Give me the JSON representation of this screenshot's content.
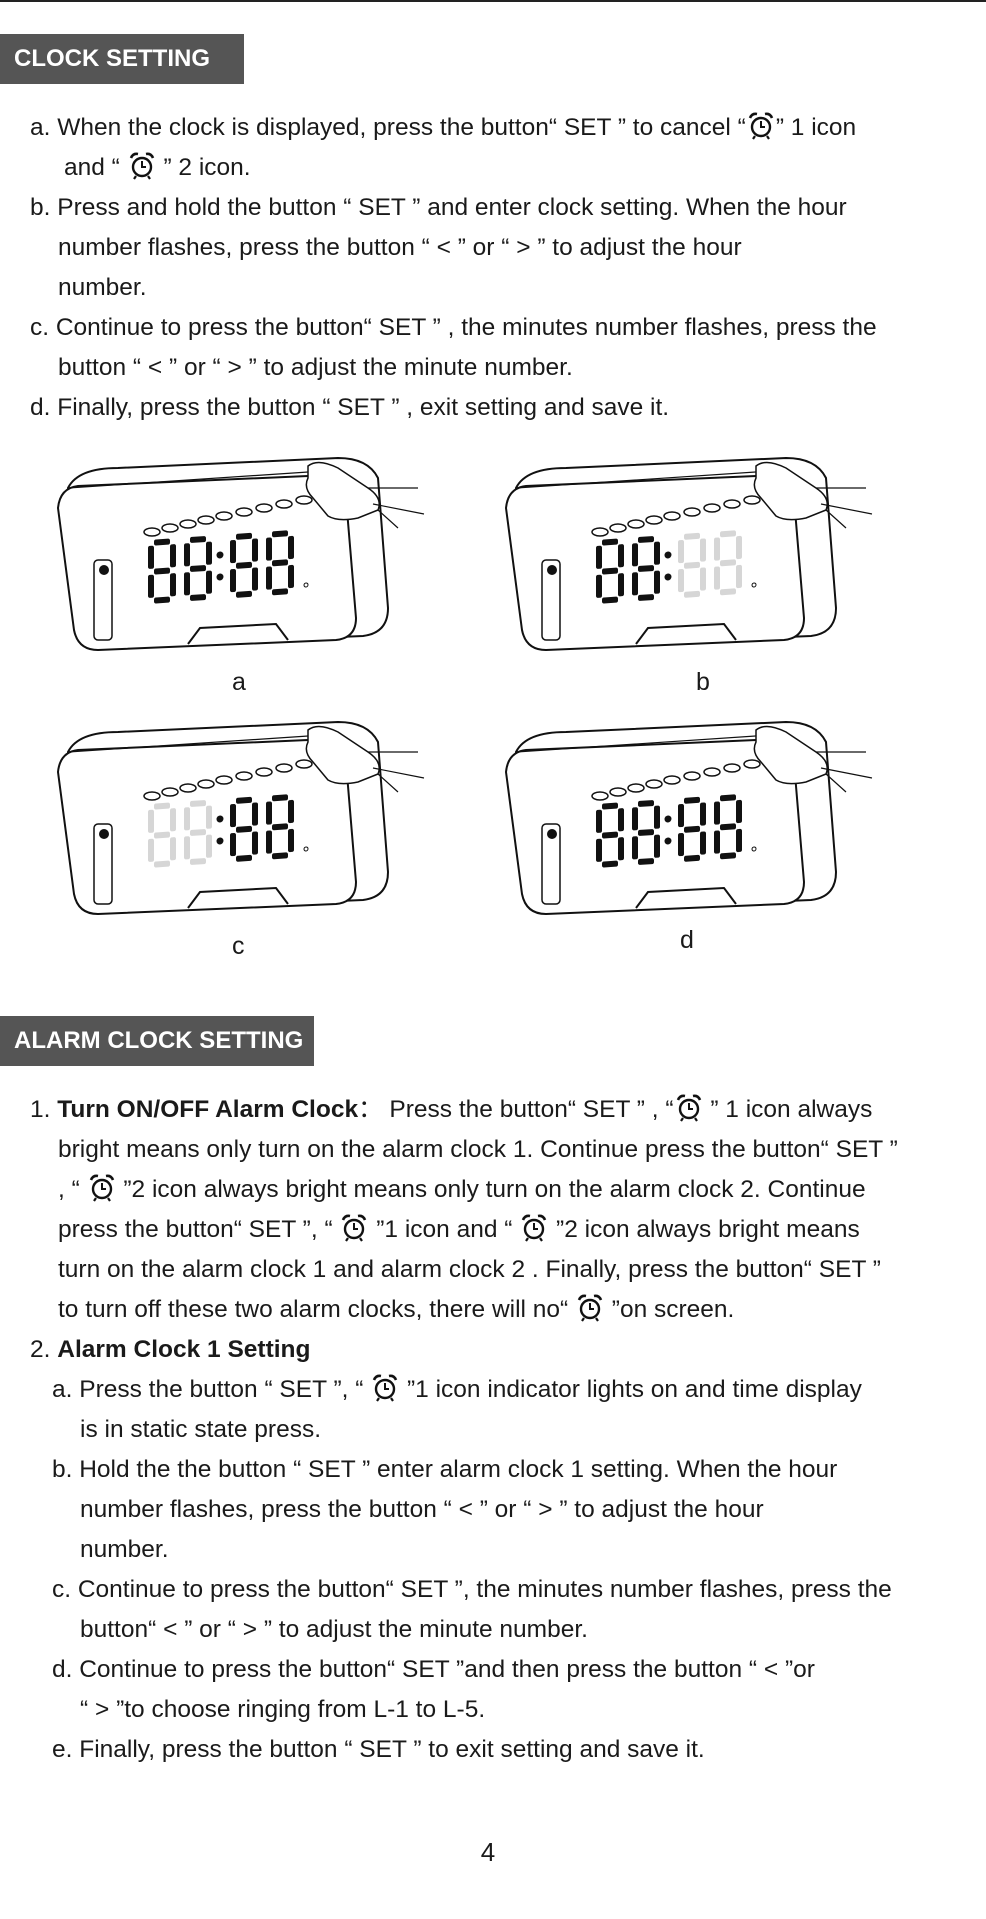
{
  "clock_section": {
    "title": "CLOCK SETTING",
    "a_1": "a. When the clock is displayed, press the button“  SET  ” to cancel “",
    "a_2": "”   1 icon",
    "a_3": "and “",
    "a_4": "”  2 icon.",
    "b_1": "b. Press and hold the button  “  SET  ”  and enter clock setting. When the hour",
    "b_2": "number flashes, press the button “   <   ”   or “   >   ”    to adjust the hour",
    "b_3": "number.",
    "c_1": "c.  Continue to press the button“  SET  ”  , the minutes number flashes, press the",
    "c_2": "button “   <   ”  or “   >   ”   to adjust the minute number.",
    "d_1": "d. Finally, press the button   “  SET  ” , exit setting and save it."
  },
  "figures": [
    {
      "label": "a",
      "left_digits": "88",
      "right_digits": "88",
      "dim": "none"
    },
    {
      "label": "b",
      "left_digits": "88",
      "right_digits": "88",
      "dim": "right"
    },
    {
      "label": "c",
      "left_digits": "88",
      "right_digits": "88",
      "dim": "left"
    },
    {
      "label": "d",
      "left_digits": "88",
      "right_digits": "88",
      "dim": "none"
    }
  ],
  "alarm_section": {
    "title": "ALARM CLOCK SETTING",
    "i1_num": "1. ",
    "i1_bold": "Turn ON/OFF Alarm Clock",
    "i1_1": "： Press the button“  SET  ” ,  “",
    "i1_2": "  ” 1 icon always",
    "i1_3": "bright means only turn on the alarm clock 1. Continue press the button“ SET ”",
    "i1_4": ", “",
    "i1_5": " ”2 icon always bright means only turn on the  alarm clock 2. Continue",
    "i1_6": "press the button“   SET  ”, “",
    "i1_7": " ”1 icon and “",
    "i1_8": " ”2 icon always bright means",
    "i1_9": "turn on the alarm clock 1 and alarm clock 2 .  Finally, press the button“  SET  ”",
    "i1_10": "to turn off  these two alarm clocks, there will no“",
    "i1_11": " ”on screen.",
    "i2_num": "2. ",
    "i2_bold": "Alarm Clock 1 Setting",
    "a_1": "a. Press the button “  SET  ”, “",
    "a_2": " ”1  icon indicator lights on and time display",
    "a_3": "is in static state press.",
    "b_1": "b. Hold the the button “  SET  ” enter alarm clock 1 setting. When the hour",
    "b_2": "number flashes, press the button “   <    ” or  “   >    ”  to adjust the hour",
    "b_3": "number.",
    "c_1": "c. Continue to press the button“  SET  ”, the minutes number flashes, press the",
    "c_2": "button“   <    ” or “    >   ” to adjust the minute number.",
    "d_1": "d. Continue to press the button“  SET  ”and then press the button “   <  ”or",
    "d_2": "“   >   ”to choose ringing from L-1 to L-5.",
    "e_1": "e. Finally, press the button “  SET  ”  to exit setting and save it."
  },
  "page_number": "4"
}
